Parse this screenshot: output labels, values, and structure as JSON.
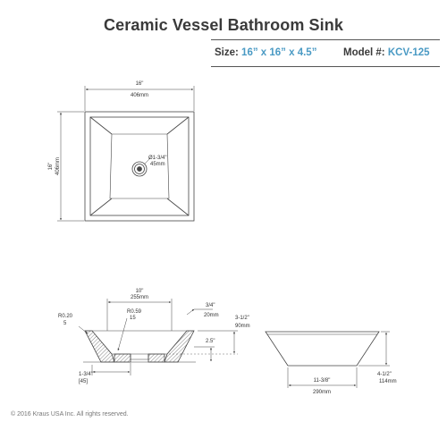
{
  "header": {
    "title": "Ceramic Vessel Bathroom Sink",
    "size_label": "Size:",
    "size_value": "16” x 16” x 4.5”",
    "model_label": "Model #:",
    "model_value": "KCV-125"
  },
  "top_view": {
    "width_in": "16\"",
    "width_mm": "406mm",
    "height_in": "16\"",
    "height_mm": "406mm",
    "drain_in": "Ø1-3/4\"",
    "drain_mm": "45mm"
  },
  "section_view": {
    "inner_width_in": "10\"",
    "inner_width_mm": "255mm",
    "radius_small": "R0.20",
    "radius_small_mm": "5",
    "radius_large": "R0.59",
    "radius_large_mm": "15",
    "rim_in": "3/4\"",
    "rim_mm": "20mm",
    "basin_depth_in": "3-1/2\"",
    "basin_depth_mm": "90mm",
    "drain_height": "2.5\"",
    "drain_offset_in": "1-3/4\"",
    "drain_offset_mm": "[45]"
  },
  "side_view": {
    "base_width_in": "11-3/8\"",
    "base_width_mm": "290mm",
    "height_in": "4-1/2\"",
    "height_mm": "114mm"
  },
  "footer": {
    "copyright": "© 2016 Kraus USA Inc. All rights reserved."
  },
  "colors": {
    "accent": "#4a9ac4",
    "text": "#3a3a3a",
    "line": "#444444"
  }
}
